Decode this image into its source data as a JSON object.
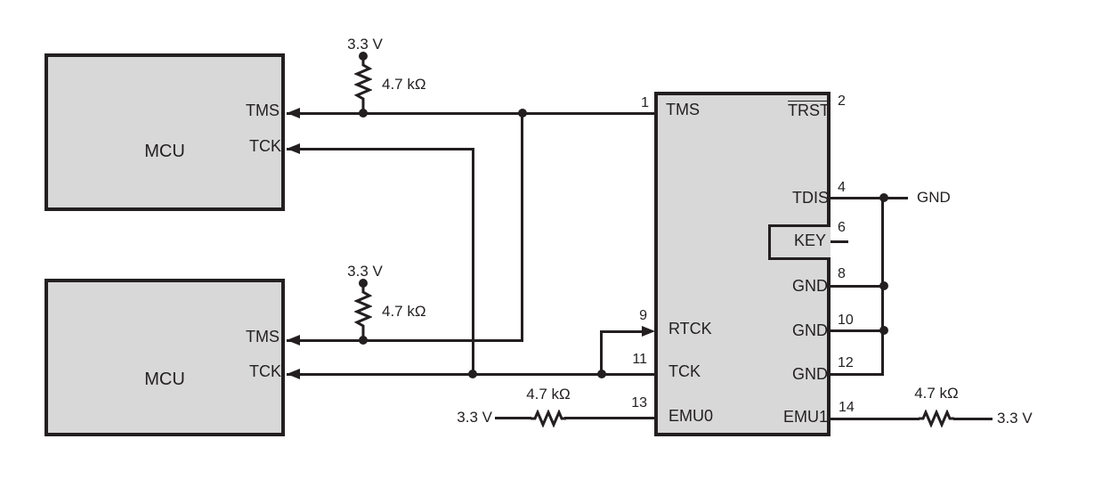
{
  "colors": {
    "wire": "#231f20",
    "block_fill": "#d8d8d8",
    "background": "#ffffff",
    "text": "#231f20"
  },
  "mcu1": {
    "label": "MCU",
    "tms": "TMS",
    "tck": "TCK"
  },
  "mcu2": {
    "label": "MCU",
    "tms": "TMS",
    "tck": "TCK"
  },
  "connector": {
    "pins": {
      "p1": {
        "number": "1",
        "name": "TMS"
      },
      "p2": {
        "number": "2",
        "name": "TRST"
      },
      "p4": {
        "number": "4",
        "name": "TDIS"
      },
      "p6": {
        "number": "6",
        "name": "KEY"
      },
      "p8": {
        "number": "8",
        "name": "GND"
      },
      "p9": {
        "number": "9",
        "name": "RTCK"
      },
      "p10": {
        "number": "10",
        "name": "GND"
      },
      "p11": {
        "number": "11",
        "name": "TCK"
      },
      "p12": {
        "number": "12",
        "name": "GND"
      },
      "p13": {
        "number": "13",
        "name": "EMU0"
      },
      "p14": {
        "number": "14",
        "name": "EMU1"
      }
    }
  },
  "labels": {
    "supply": "3.3 V",
    "resistor_value": "4.7 kΩ",
    "ground": "GND"
  }
}
